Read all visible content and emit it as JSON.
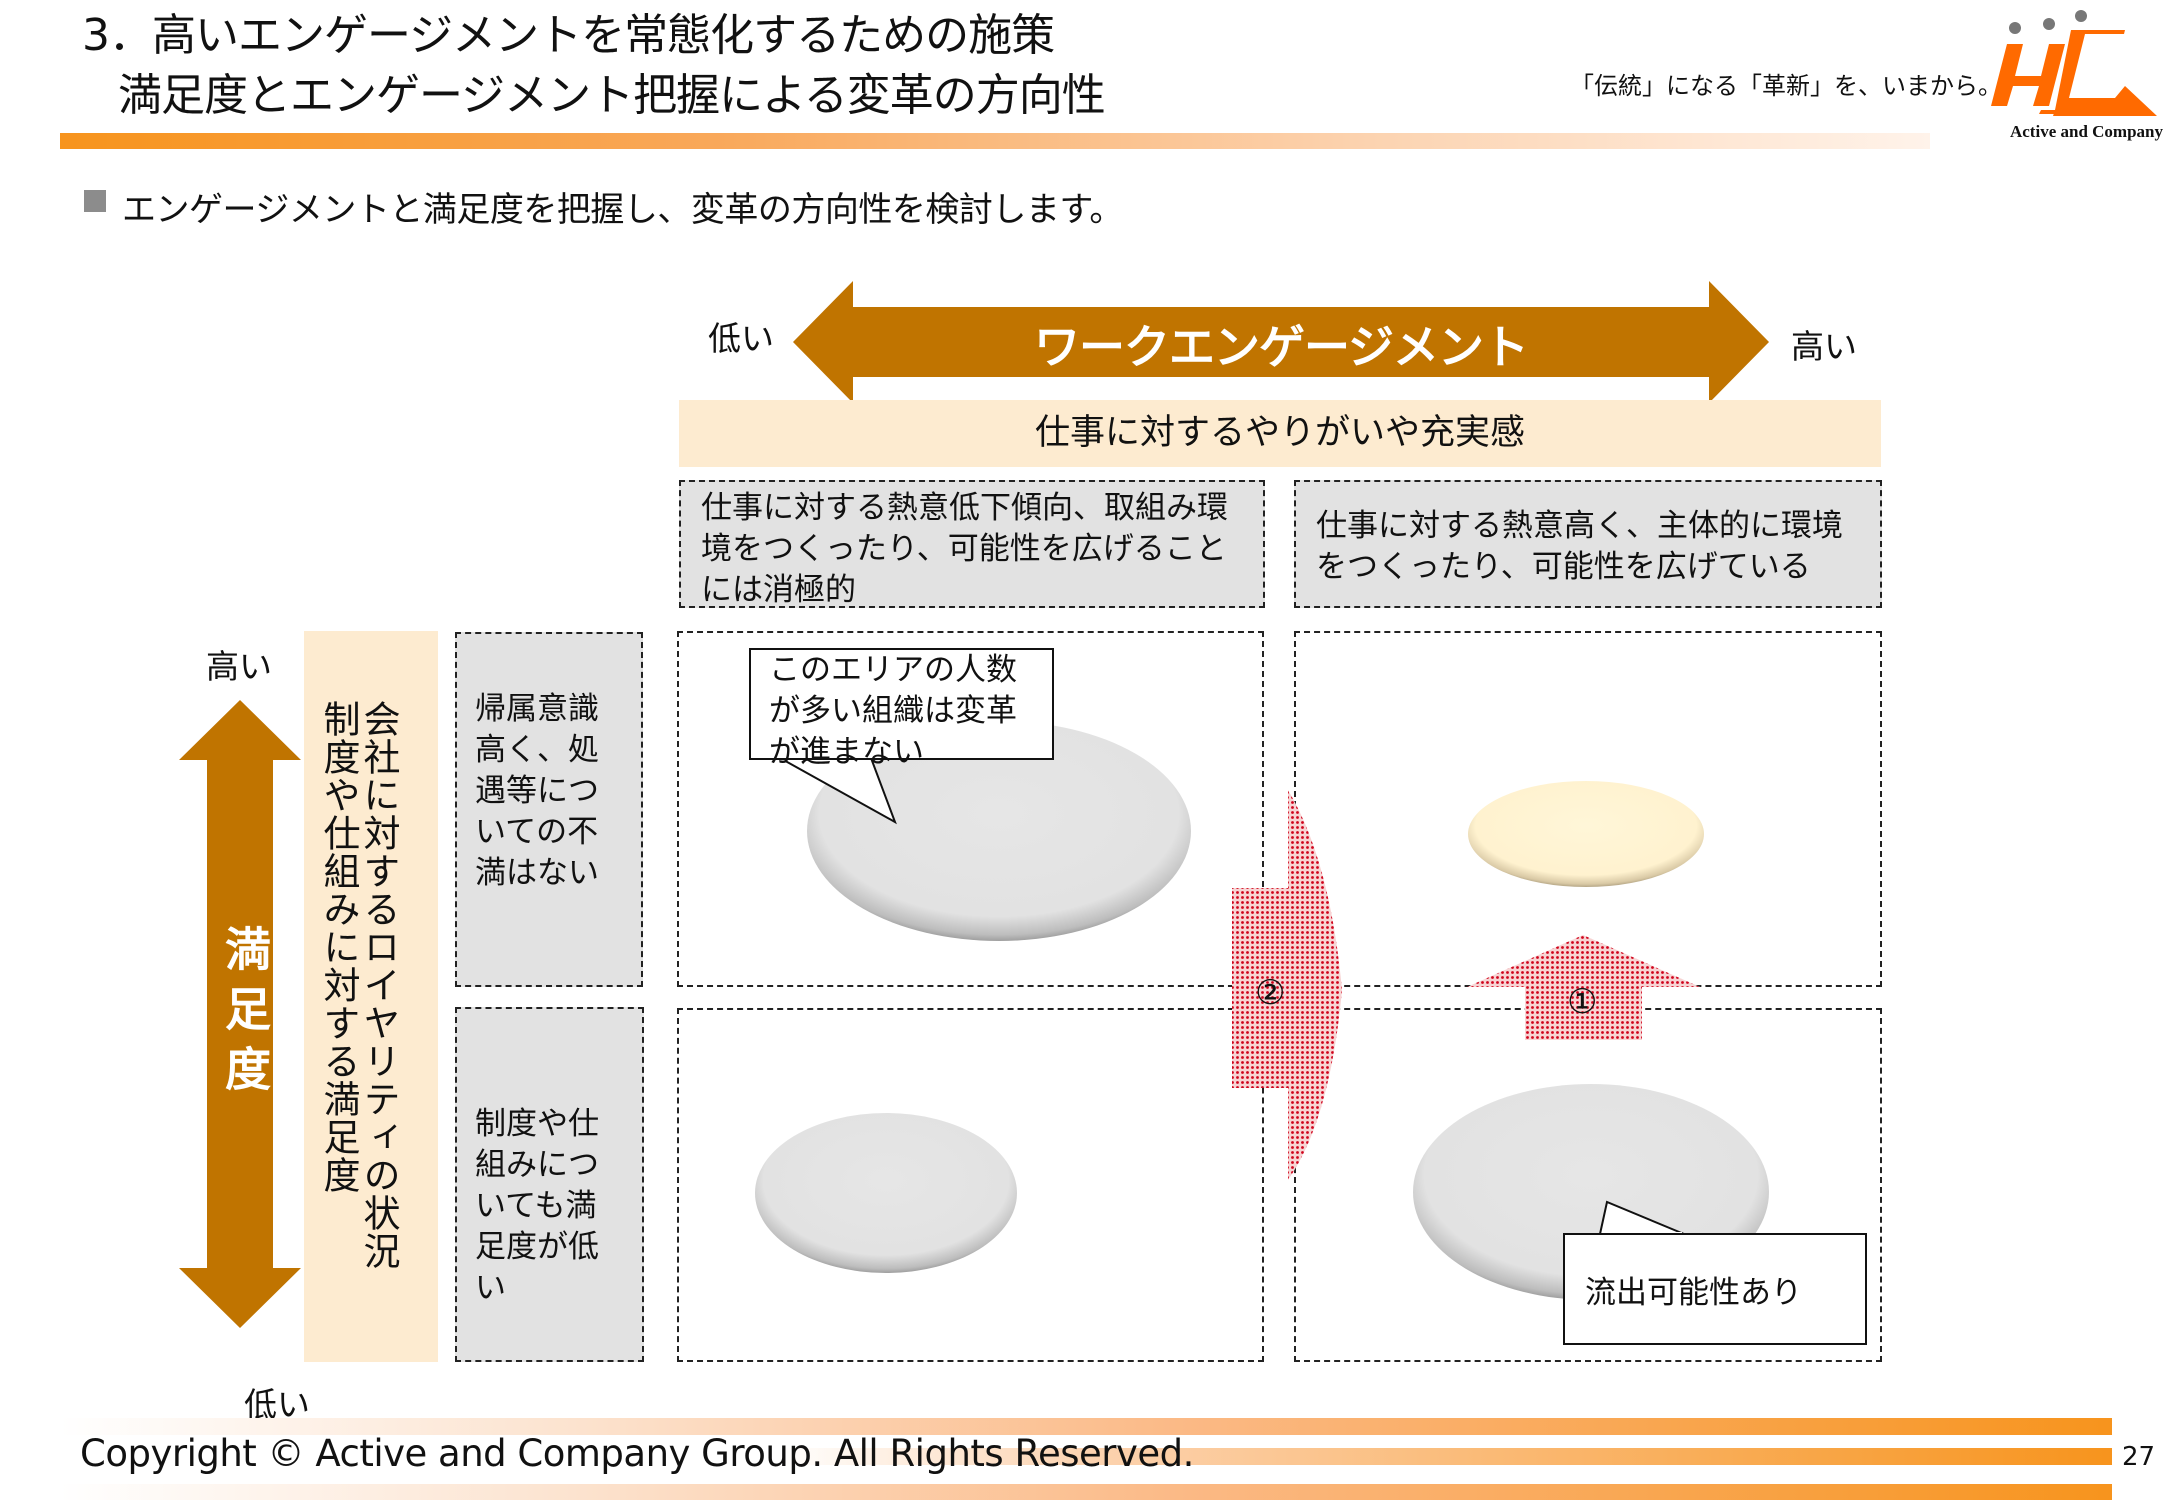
{
  "header": {
    "title_line1": "3．高いエンゲージメントを常態化するための施策",
    "title_line2": "満足度とエンゲージメント把握による変革の方向性",
    "tagline": "「伝統」になる「革新」を、いまから。",
    "logo_text": "Active and Company"
  },
  "lead": {
    "bullet_icon": "gray-square-bullet",
    "text": "エンゲージメントと満足度を把握し、変革の方向性を検討します。"
  },
  "engagement_axis": {
    "label": "ワークエンゲージメント",
    "low": "低い",
    "high": "高い",
    "banner": "仕事に対するやりがいや充実感",
    "color": "#c07400",
    "columns": [
      {
        "text": "仕事に対する熱意低下傾向、取組み環境をつくったり、可能性を広げることには消極的"
      },
      {
        "text": "仕事に対する熱意高く、主体的に環境をつくったり、可能性を広げている"
      }
    ]
  },
  "satisfaction_axis": {
    "label": "満足度",
    "high": "高い",
    "low": "低い",
    "banner_line1": "会社に対するロイヤリティの状況",
    "banner_line2": "制度や仕組みに対する満足度",
    "rows": [
      {
        "text": "帰属意識高く、処遇等についての不満はない"
      },
      {
        "text": "制度や仕組みについても満足度が低い"
      }
    ]
  },
  "quadrants": {
    "top_left": {
      "callout": "このエリアの人数が多い組織は変革が進まない",
      "ellipse_color": "#e4e4e4"
    },
    "top_right": {
      "ellipse_color": "#fff5d6"
    },
    "bottom_left": {
      "ellipse_color": "#e4e4e4"
    },
    "bottom_right": {
      "callout": "流出可能性あり",
      "ellipse_color": "#e4e4e4"
    }
  },
  "transitions": [
    {
      "id": "1",
      "label": "①",
      "direction": "up",
      "color": "#d0021b"
    },
    {
      "id": "2",
      "label": "②",
      "direction": "right",
      "color": "#d0021b"
    }
  ],
  "footer": {
    "copyright": "Copyright © Active and Company Group. All Rights Reserved.",
    "page_number": "27"
  }
}
